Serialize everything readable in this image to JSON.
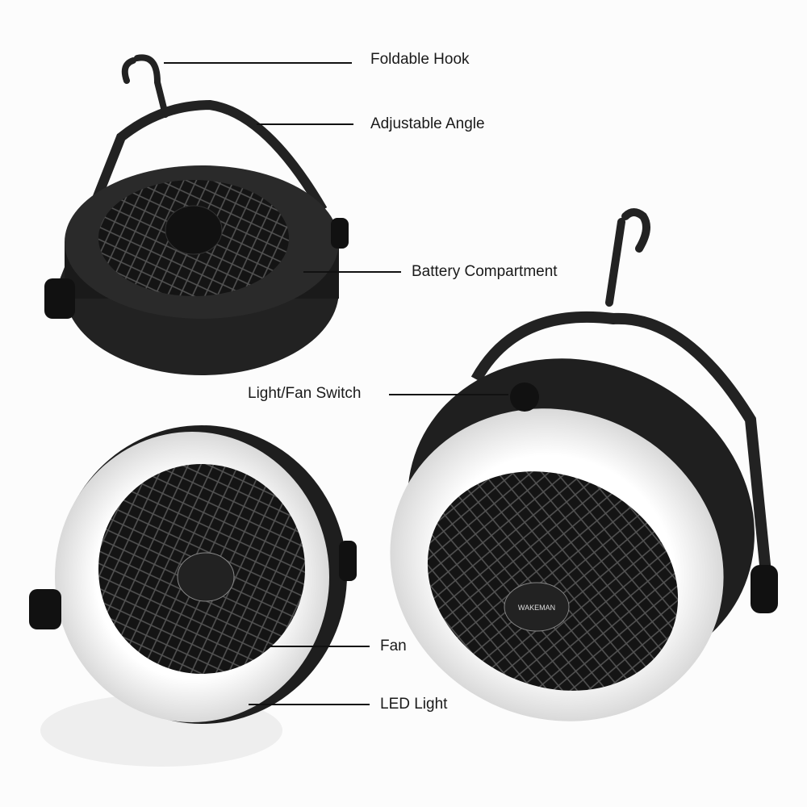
{
  "brand_logo": "WAKEMAN",
  "callouts": [
    {
      "id": "foldable-hook",
      "text": "Foldable Hook"
    },
    {
      "id": "adjustable-angle",
      "text": "Adjustable Angle"
    },
    {
      "id": "battery-compartment",
      "text": "Battery Compartment"
    },
    {
      "id": "light-fan-switch",
      "text": "Light/Fan Switch"
    },
    {
      "id": "fan",
      "text": "Fan"
    },
    {
      "id": "led-light",
      "text": "LED Light"
    }
  ],
  "colors": {
    "body": "#1c1c1c",
    "led_ring": "#f2f2f2",
    "background": "#fcfcfc"
  }
}
